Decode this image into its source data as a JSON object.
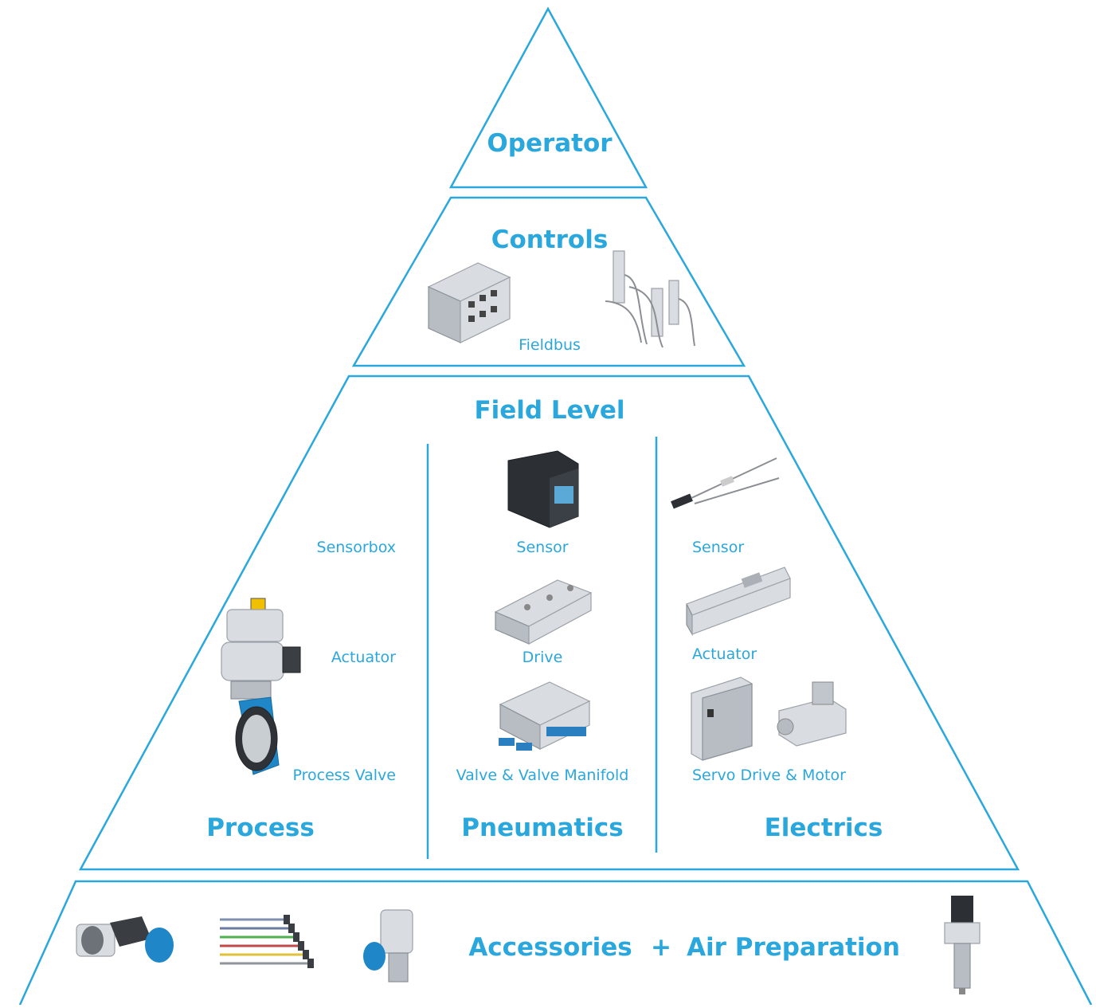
{
  "accent_color": "#2aa7dc",
  "levels": {
    "operator": {
      "title": "Operator"
    },
    "controls": {
      "title": "Controls",
      "items": [
        {
          "label": "Fieldbus",
          "icons": [
            "controller-module-icon",
            "sensor-connector-icon"
          ]
        }
      ]
    },
    "field": {
      "title": "Field Level",
      "columns": [
        {
          "title": "Process",
          "labels": [
            "Sensorbox",
            "Actuator",
            "Process Valve"
          ]
        },
        {
          "title": "Pneumatics",
          "labels": [
            "Sensor",
            "Drive",
            "Valve & Valve Manifold"
          ]
        },
        {
          "title": "Electrics",
          "labels": [
            "Sensor",
            "Actuator",
            "Servo Drive & Motor"
          ]
        }
      ]
    },
    "base": {
      "left": "Accessories",
      "plus": "+",
      "right": "Air Preparation",
      "icons": [
        "elbow-fitting-icon",
        "colored-cables-icon",
        "banjo-fitting-icon",
        "filter-regulator-icon"
      ]
    }
  }
}
